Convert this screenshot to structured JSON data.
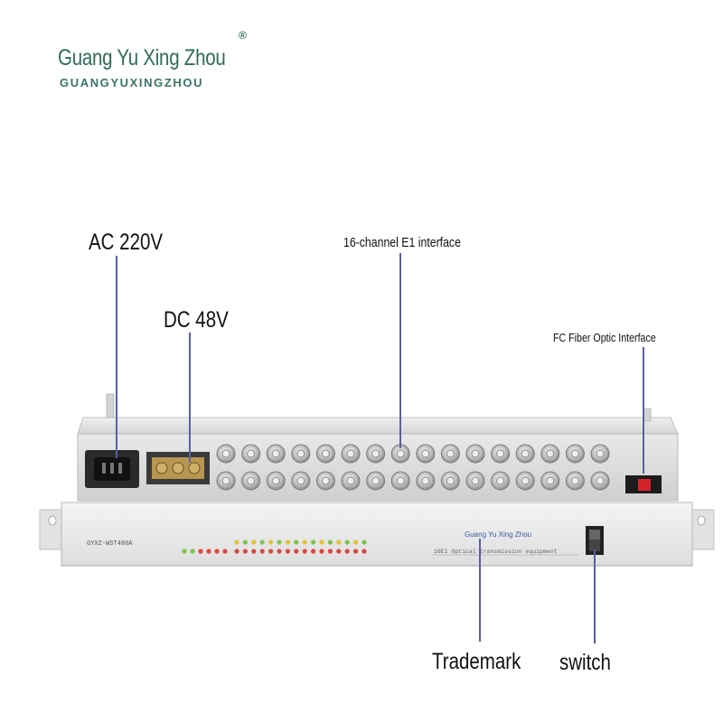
{
  "logo": {
    "main": "Guang Yu Xing Zhou",
    "sub": "GUANGYUXINGZHOU",
    "mark": "®"
  },
  "labels": {
    "ac": "AC 220V",
    "dc": "DC 48V",
    "e1": "16-channel E1 interface",
    "fc": "FC Fiber Optic Interface",
    "trademark": "Trademark",
    "switch": "switch"
  },
  "device": {
    "model": "GYXZ-WST480A",
    "brand": "Guang Yu Xing Zhou",
    "description": "16E1 Optical transmission equipment",
    "channels": 16
  },
  "colors": {
    "logo": "#2f6b5a",
    "callout_line": "#5b5fa8",
    "chassis": "#dcdcdc",
    "led_green": "#7fc24a",
    "led_yellow": "#e2c23a",
    "led_red": "#d8473f",
    "fc_port": "#d6232a"
  }
}
